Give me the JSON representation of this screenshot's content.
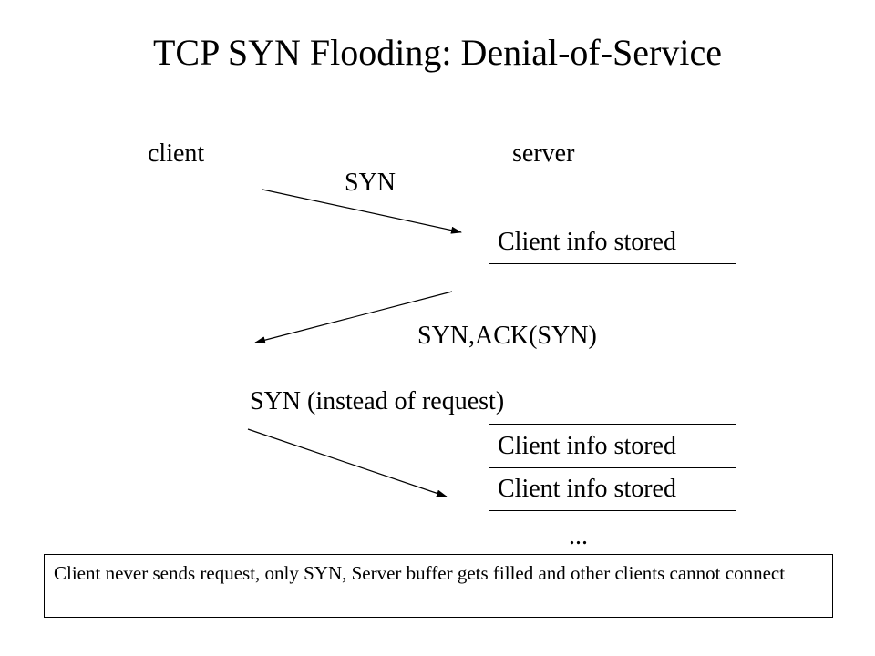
{
  "title": "TCP SYN Flooding: Denial-of-Service",
  "labels": {
    "client": "client",
    "server": "server",
    "syn": "SYN",
    "syn_ack": "SYN,ACK(SYN)",
    "syn_instead": "SYN (instead of request)",
    "ellipsis": "..."
  },
  "boxes": {
    "stored_1": "Client info stored",
    "stored_2": "Client info stored",
    "stored_3": "Client info stored"
  },
  "note": "Client never sends request, only SYN, Server buffer gets filled and other clients cannot connect"
}
